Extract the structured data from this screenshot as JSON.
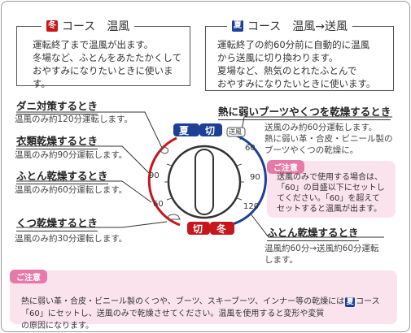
{
  "winter_course": {
    "badge": "冬",
    "title": "コース",
    "mode": "温風",
    "description": "運転終了まで温風が出ます。\n冬場など、ふとんをあたたかくして\nおやすみになりたいときに使います。"
  },
  "summer_course": {
    "badge": "夏",
    "title": "コース",
    "mode": "温風→送風",
    "description": "運転終了の約60分前に自動的に温風\nから送風に切り換わります。\n夏場など、熱気のとれたふとんで\nおやすみになりたいときに使います。"
  },
  "left_items": [
    {
      "label": "ダニ対策するとき",
      "text": "温風のみ約120分運転します。"
    },
    {
      "label": "衣類乾燥するとき",
      "text": "温風のみ約90分運転します。"
    },
    {
      "label": "ふとん乾燥するとき",
      "text": "温風のみ約60分運転します。"
    },
    {
      "label": "くつ乾燥するとき",
      "text": "温風のみ約30分運転します。"
    }
  ],
  "right_items": [
    {
      "label": "熱に弱いブーツやくつを乾燥するとき",
      "text": "送風のみ約60分運転します。\n熱に弱い革・合皮・ビニール製の\nブーツやくつの乾燥に。"
    },
    {
      "label": "ふとん乾燥するとき",
      "text": "温風約60分→送風約60分運転\nします。"
    }
  ],
  "right_caution": {
    "tag": "ご注意",
    "text": "送風のみで使用する場合は、\n「60」の目盛以下にセットし\nてください。「60」を超えて\nセットすると温風が出ます。"
  },
  "bottom_caution": {
    "tag": "ご注意",
    "text_before": "熱に弱い革・合皮・ビニール製のくつや、ブーツ、スキーブーツ、インナー等の乾燥には",
    "badge": "夏",
    "text_after": "コース「60」にセットし、送風のみで乾燥させてください。温風を使用すると変形や変質\nの原因になります。"
  },
  "dial": {
    "top_left_label": "夏",
    "top_right_label": "切",
    "bottom_left_label": "切",
    "bottom_right_label": "冬",
    "left_marks": [
      "90",
      "60"
    ],
    "right_marks": [
      "60",
      "90",
      "120"
    ],
    "fan_label": "送風",
    "colors": {
      "winter": "#c8161d",
      "summer": "#1d3f95"
    }
  }
}
